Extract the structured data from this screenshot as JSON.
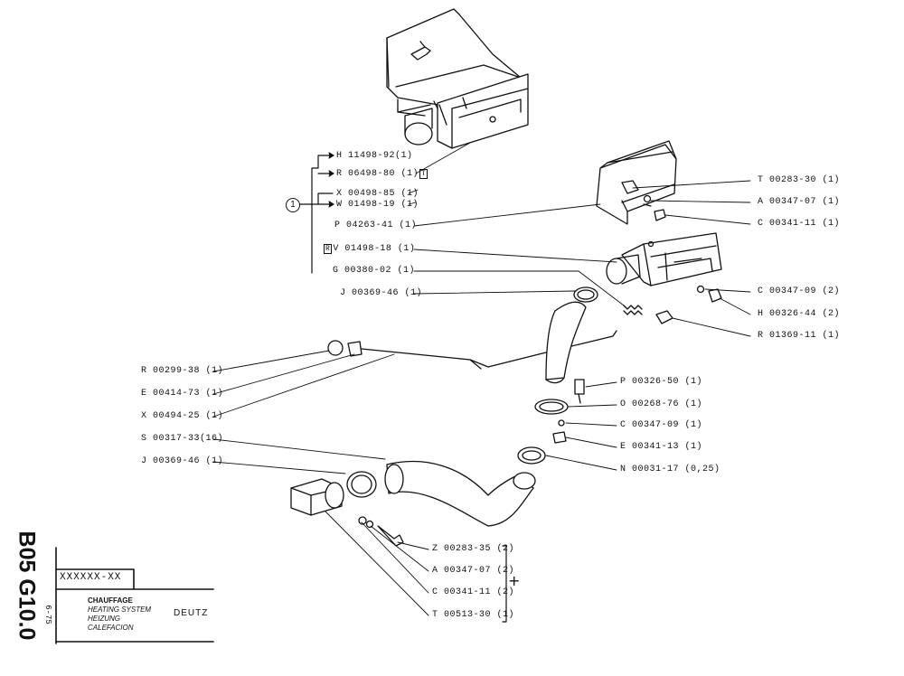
{
  "callout_marker": "1",
  "plus_sign": "+",
  "labels": {
    "h11498": "H 11498-92(1)",
    "r06498": "R 06498-80 (1)",
    "r06498_box": "T",
    "x00498": "X 00498-85 (1)",
    "w01498": "W 01498-19 (1)",
    "p04263": "P 04263-41 (1)",
    "v01498_box": "R",
    "v01498": "V 01498-18 (1)",
    "g00380": "G 00380-02 (1)",
    "j00369_top": "J 00369-46 (1)",
    "t00283_30": "T 00283-30 (1)",
    "a00347_07_top": "A 00347-07 (1)",
    "c00341_11_top": "C 00341-11 (1)",
    "c00347_09_2": "C 00347-09 (2)",
    "h00326": "H 00326-44 (2)",
    "r01369": "R 01369-11 (1)",
    "r00299": "R 00299-38 (1)",
    "e00414": "E 00414-73 (1)",
    "x00494": "X 00494-25 (1)",
    "s00317": "S 00317-33(16)",
    "j00369_low": "J 00369-46 (1)",
    "p00326": "P 00326-50 (1)",
    "o00268": "O 00268-76 (1)",
    "c00347_09_1": "C 00347-09 (1)",
    "e00341": "E 00341-13 (1)",
    "n00031": "N 00031-17 (0,25)",
    "z00283": "Z 00283-35 (2)",
    "a00347_07_low": "A 00347-07 (2)",
    "c00341_11_low": "C 00341-11 (2)",
    "t00513": "T 00513-30 (1)"
  },
  "title_block": {
    "code_vertical": "B05 G10.0",
    "date": "6-75",
    "code_box": "XXXXXX-XX",
    "titles": [
      "CHAUFFAGE",
      "HEATING SYSTEM",
      "HEIZUNG",
      "CALEFACION"
    ],
    "brand": "DEUTZ"
  }
}
